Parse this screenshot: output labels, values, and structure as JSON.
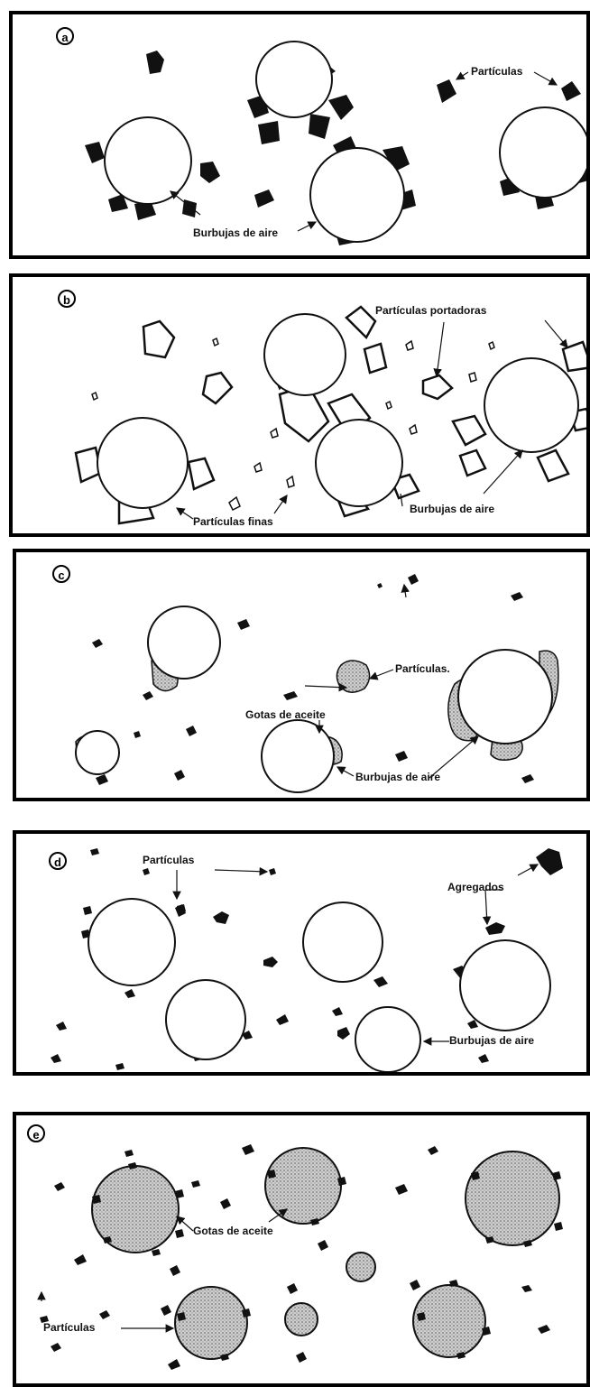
{
  "panels": {
    "a": {
      "letter": "a",
      "labels": {
        "particulas": "Partículas",
        "burbujas": "Burbujas de aire"
      }
    },
    "b": {
      "letter": "b",
      "labels": {
        "portadoras": "Partículas portadoras",
        "finas": "Partículas finas",
        "burbujas": "Burbujas de aire"
      }
    },
    "c": {
      "letter": "c",
      "labels": {
        "particulas": "Partículas.",
        "gotas": "Gotas de aceite",
        "burbujas": "Burbujas de aire"
      }
    },
    "d": {
      "letter": "d",
      "labels": {
        "particulas": "Partículas",
        "agregados": "Agregados",
        "burbujas": "Burbujas de aire"
      }
    },
    "e": {
      "letter": "e",
      "labels": {
        "gotas": "Gotas de aceite",
        "particulas": "Partículas"
      }
    }
  },
  "colors": {
    "ink": "#111111",
    "oil": "#bdbdbd",
    "background": "#ffffff"
  }
}
